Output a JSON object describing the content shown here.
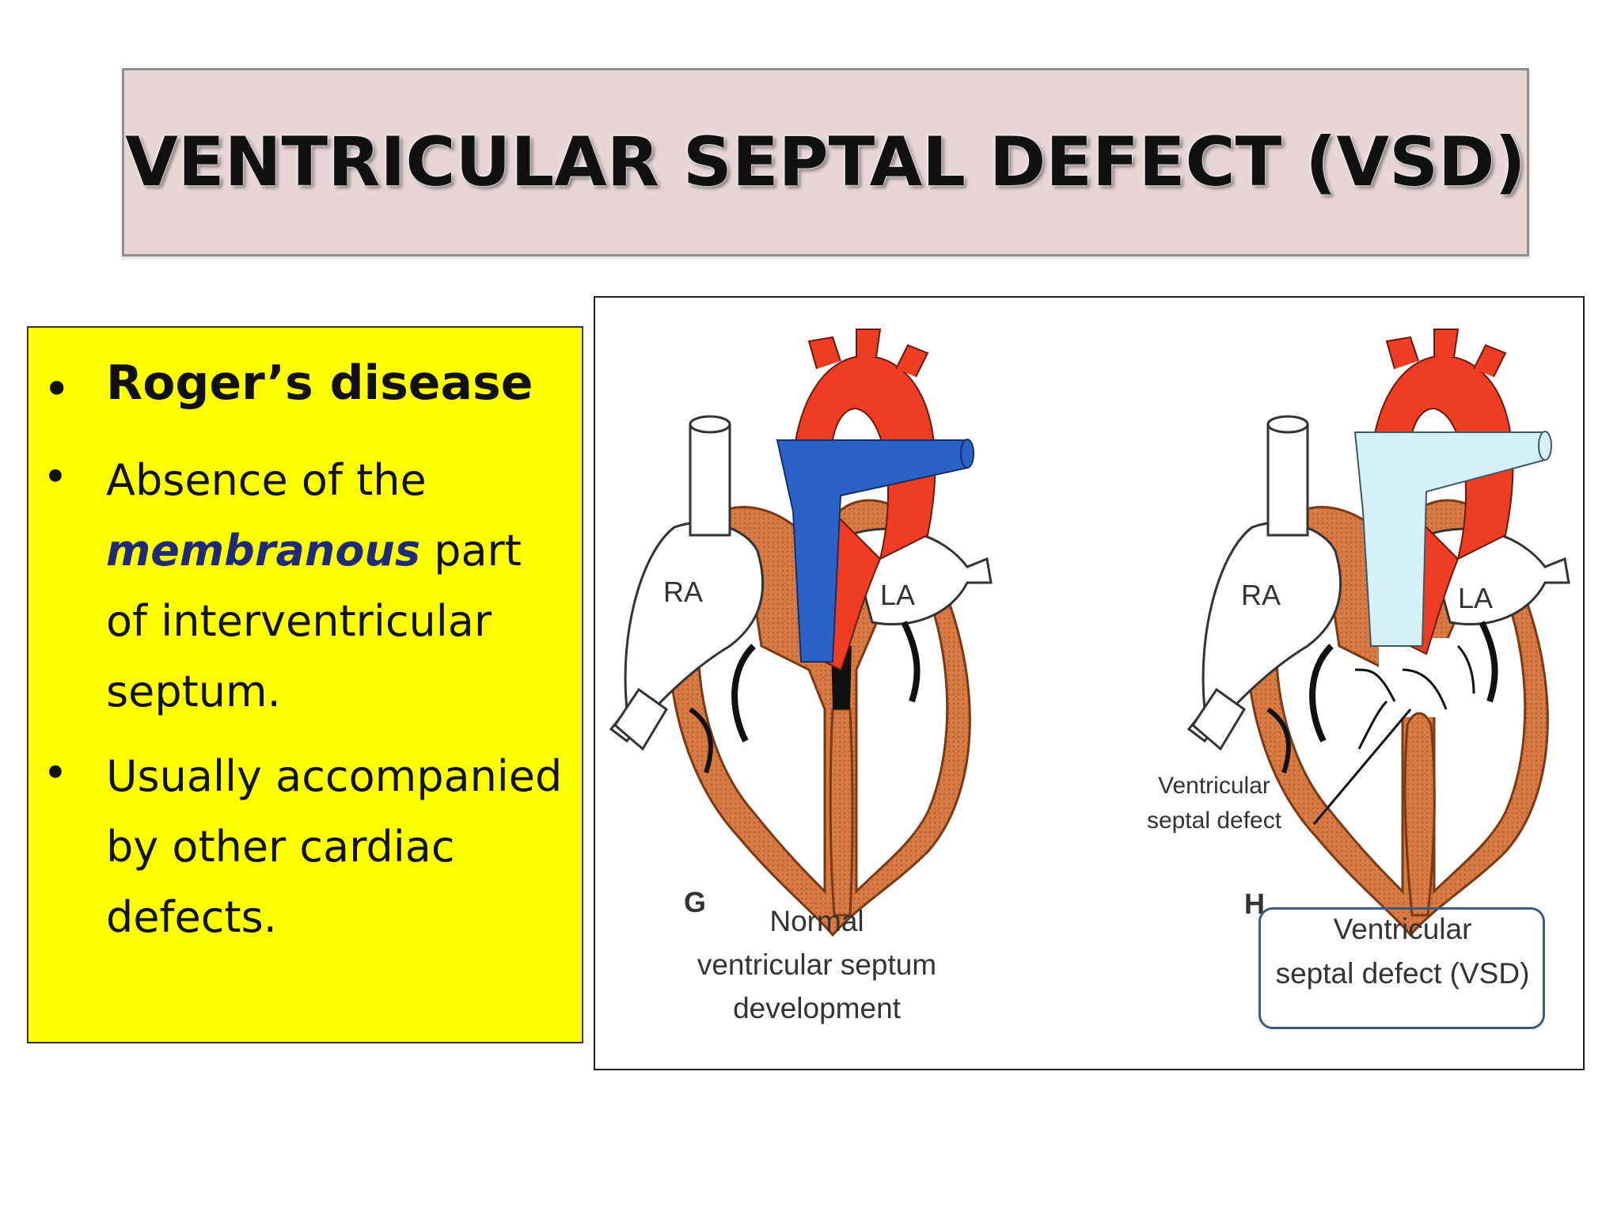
{
  "slide": {
    "title": "VENTRICULAR SEPTAL DEFECT (VSD)"
  },
  "bullets": {
    "item1": "Roger’s disease",
    "item2_before": "Absence of the ",
    "item2_emph": "membranous",
    "item2_after": " part of interventricular septum.",
    "item3": "Usually accompanied by other cardiac defects."
  },
  "figure": {
    "left": {
      "ra": "RA",
      "la": "LA",
      "panel_letter": "G",
      "caption": [
        "Normal",
        "ventricular septum",
        "development"
      ]
    },
    "right": {
      "ra": "RA",
      "la": "LA",
      "panel_letter": "H",
      "defect_label": [
        "Ventricular",
        "septal defect"
      ],
      "caption": [
        "Ventricular",
        "septal defect (VSD)"
      ]
    },
    "colors": {
      "aorta": "#ee3d22",
      "pulmonary_normal": "#2a62c8",
      "pulmonary_vsd": "#d6f1f6",
      "myocardium": "#d77a44",
      "bullet_box": "#ffff00",
      "title_box": "#e8d5d6",
      "callout_border": "#3d5a80"
    }
  }
}
